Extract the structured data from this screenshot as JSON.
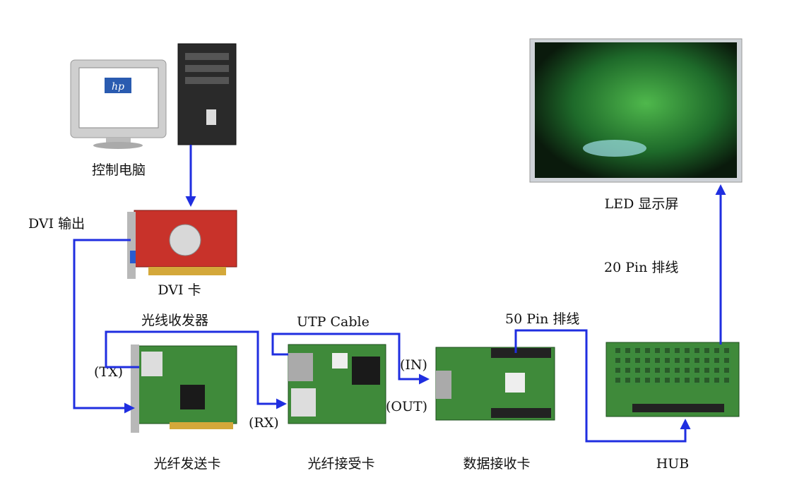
{
  "labels": {
    "pc": "控制电脑",
    "dvi_out": "DVI  输出",
    "dvi_card": "DVI  卡",
    "fiber_transceiver": "光线收发器",
    "utp": "UTP Cable",
    "pin50": "50 Pin  排线",
    "pin20": "20 Pin  排线",
    "led": "LED  显示屏",
    "tx": "(TX)",
    "rx": "(RX)",
    "in": "(IN)",
    "out": "(OUT)",
    "fiber_send": "光纤发送卡",
    "fiber_recv": "光纤接受卡",
    "data_recv": "数据接收卡",
    "hub": "HUB"
  },
  "logo": "hp",
  "colors": {
    "line": "#1f2ee0",
    "pcb_green": "#3f8a3a",
    "pcb_red": "#c8322a"
  }
}
